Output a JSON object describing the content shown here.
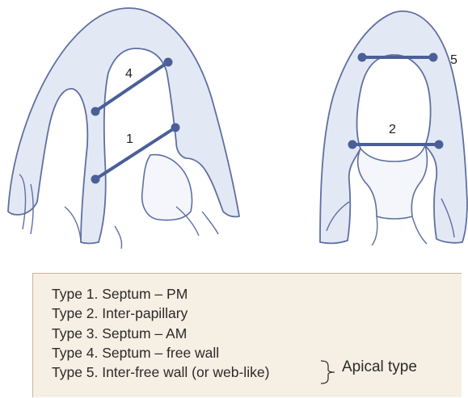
{
  "diagram": {
    "colors": {
      "tissue_fill": "#e3e9f4",
      "outline": "#5f6fa3",
      "line": "#4a5f99",
      "legend_bg": "#f6efe4",
      "legend_border": "#c9b49b"
    },
    "left_heart": {
      "line_labels": [
        "4",
        "1"
      ]
    },
    "right_heart": {
      "line_labels": [
        "5",
        "2"
      ]
    }
  },
  "legend": {
    "items": [
      "Type 1. Septum – PM",
      "Type 2. Inter-papillary",
      "Type 3. Septum – AM",
      "Type 4. Septum – free wall",
      "Type 5. Inter-free wall (or web-like)"
    ],
    "group_label": "Apical type"
  }
}
